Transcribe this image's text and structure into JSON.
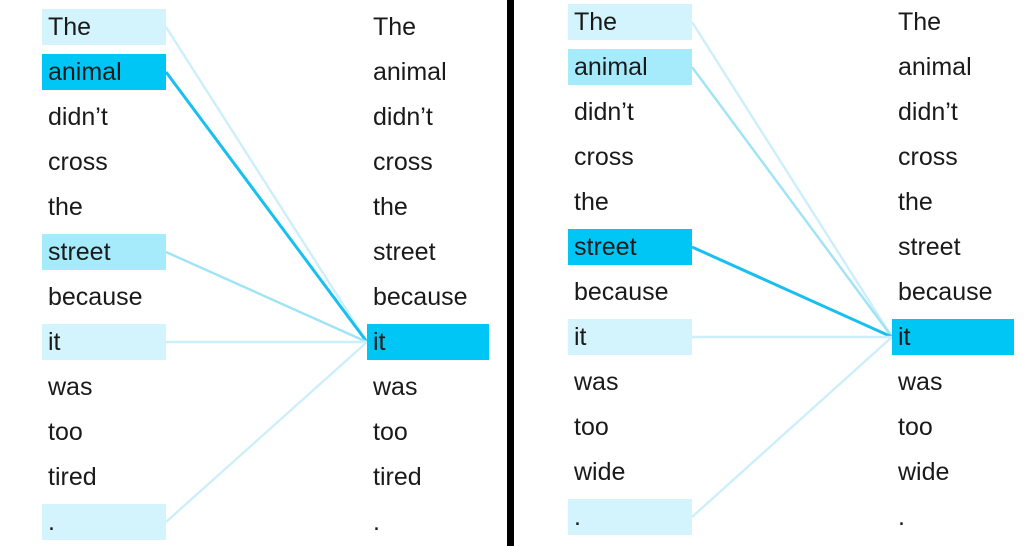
{
  "colors": {
    "strong": "#00c6f5",
    "medium": "#a6ebfb",
    "light": "#d3f4fd",
    "faint": "#e8f9fe",
    "text": "#1a1a1a"
  },
  "panels": [
    {
      "left_tokens": [
        "The",
        "animal",
        "didn’t",
        "cross",
        "the",
        "street",
        "because",
        "it",
        "was",
        "too",
        "tired",
        "."
      ],
      "right_tokens": [
        "The",
        "animal",
        "didn’t",
        "cross",
        "the",
        "street",
        "because",
        "it",
        "was",
        "too",
        "tired",
        "."
      ],
      "query_index": 7,
      "attention": [
        0.35,
        0.98,
        0,
        0,
        0,
        0.45,
        0,
        0.3,
        0,
        0,
        0,
        0.3
      ]
    },
    {
      "left_tokens": [
        "The",
        "animal",
        "didn’t",
        "cross",
        "the",
        "street",
        "because",
        "it",
        "was",
        "too",
        "wide",
        "."
      ],
      "right_tokens": [
        "The",
        "animal",
        "didn’t",
        "cross",
        "the",
        "street",
        "because",
        "it",
        "was",
        "too",
        "wide",
        "."
      ],
      "query_index": 7,
      "attention": [
        0.35,
        0.45,
        0,
        0,
        0,
        0.98,
        0,
        0.3,
        0,
        0,
        0,
        0.3
      ]
    }
  ]
}
